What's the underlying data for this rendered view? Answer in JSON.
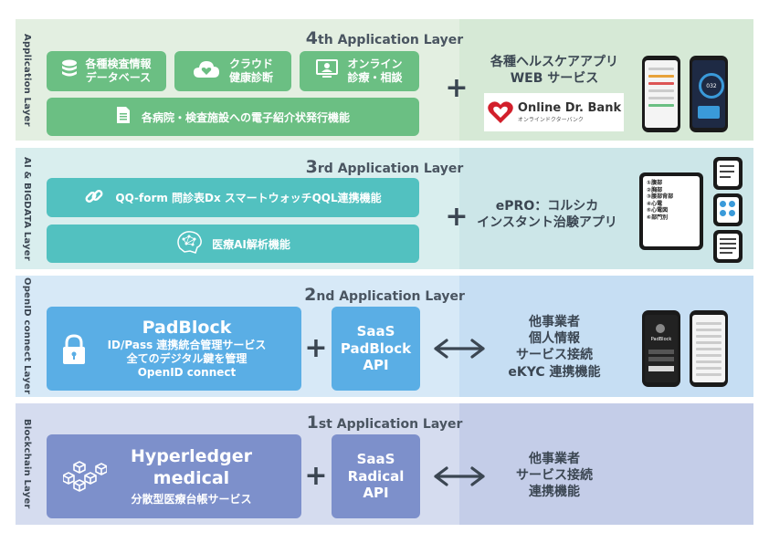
{
  "layer4": {
    "side_label": "Application Layer",
    "title_num": "4",
    "title_rest": "th Application Layer",
    "db_box": [
      "各種検査情報",
      "データベース"
    ],
    "cloud_box": [
      "クラウド",
      "健康診断"
    ],
    "online_box": [
      "オンライン",
      "診療・相談"
    ],
    "referral_box": "各病院・検査施設への電子紹介状発行機能",
    "right_text": [
      "各種ヘルスケアアプリ",
      "WEB サービス"
    ],
    "logo_text": "Online Dr. Bank",
    "logo_sub": "オンラインドクターバンク",
    "watch_reading": "032"
  },
  "layer3": {
    "side_label": "AI & BIGDATA Layer",
    "title_num": "3",
    "title_rest": "rd Application Layer",
    "qq_box": "QQ-form  問診表Dx  スマートウォッチQQL連携機能",
    "ai_box": "医療AI解析機能",
    "right_text": [
      "ePRO：コルシカ",
      "インスタント治験アプリ"
    ],
    "watch_lines": [
      "①腹部",
      "②胸部",
      "③腰部背部",
      "④心電",
      "⑤心電図",
      "⑥部門別"
    ]
  },
  "layer2": {
    "side_label": "OpenID connect Layer",
    "title_num": "2",
    "title_rest": "nd Application Layer",
    "padblock_title": "PadBlock",
    "padblock_lines": [
      "ID/Pass 連携統合管理サービス",
      "全てのデジタル鍵を管理",
      "OpenID connect"
    ],
    "saas_box": [
      "SaaS",
      "PadBlock",
      "API"
    ],
    "right_text": [
      "他事業者",
      "個人情報",
      "サービス接続",
      "eKYC 連携機能"
    ],
    "phone_label": "PadBlock"
  },
  "layer1": {
    "side_label": "Blockchain Layer",
    "title_num": "1",
    "title_rest": "st Application Layer",
    "hyper_lines": [
      "Hyperledger",
      "medical"
    ],
    "hyper_sub": "分散型医療台帳サービス",
    "saas_box": [
      "SaaS",
      "Radical",
      "API"
    ],
    "right_text": [
      "他事業者",
      "サービス接続",
      "連携機能"
    ]
  },
  "plus_symbol": "+",
  "colors": {
    "l4_bg": "#e3efe1",
    "l4_right": "#d6e9d6",
    "l4_box": "#6bbf83",
    "l3_bg": "#d9eeee",
    "l3_right": "#cce6e8",
    "l3_box": "#52c1c0",
    "l2_bg": "#d7e9f7",
    "l2_right": "#c6def3",
    "l2_box": "#5aaee5",
    "l1_bg": "#d5dcef",
    "l1_right": "#c4cde8",
    "l1_box": "#7d90cb"
  }
}
